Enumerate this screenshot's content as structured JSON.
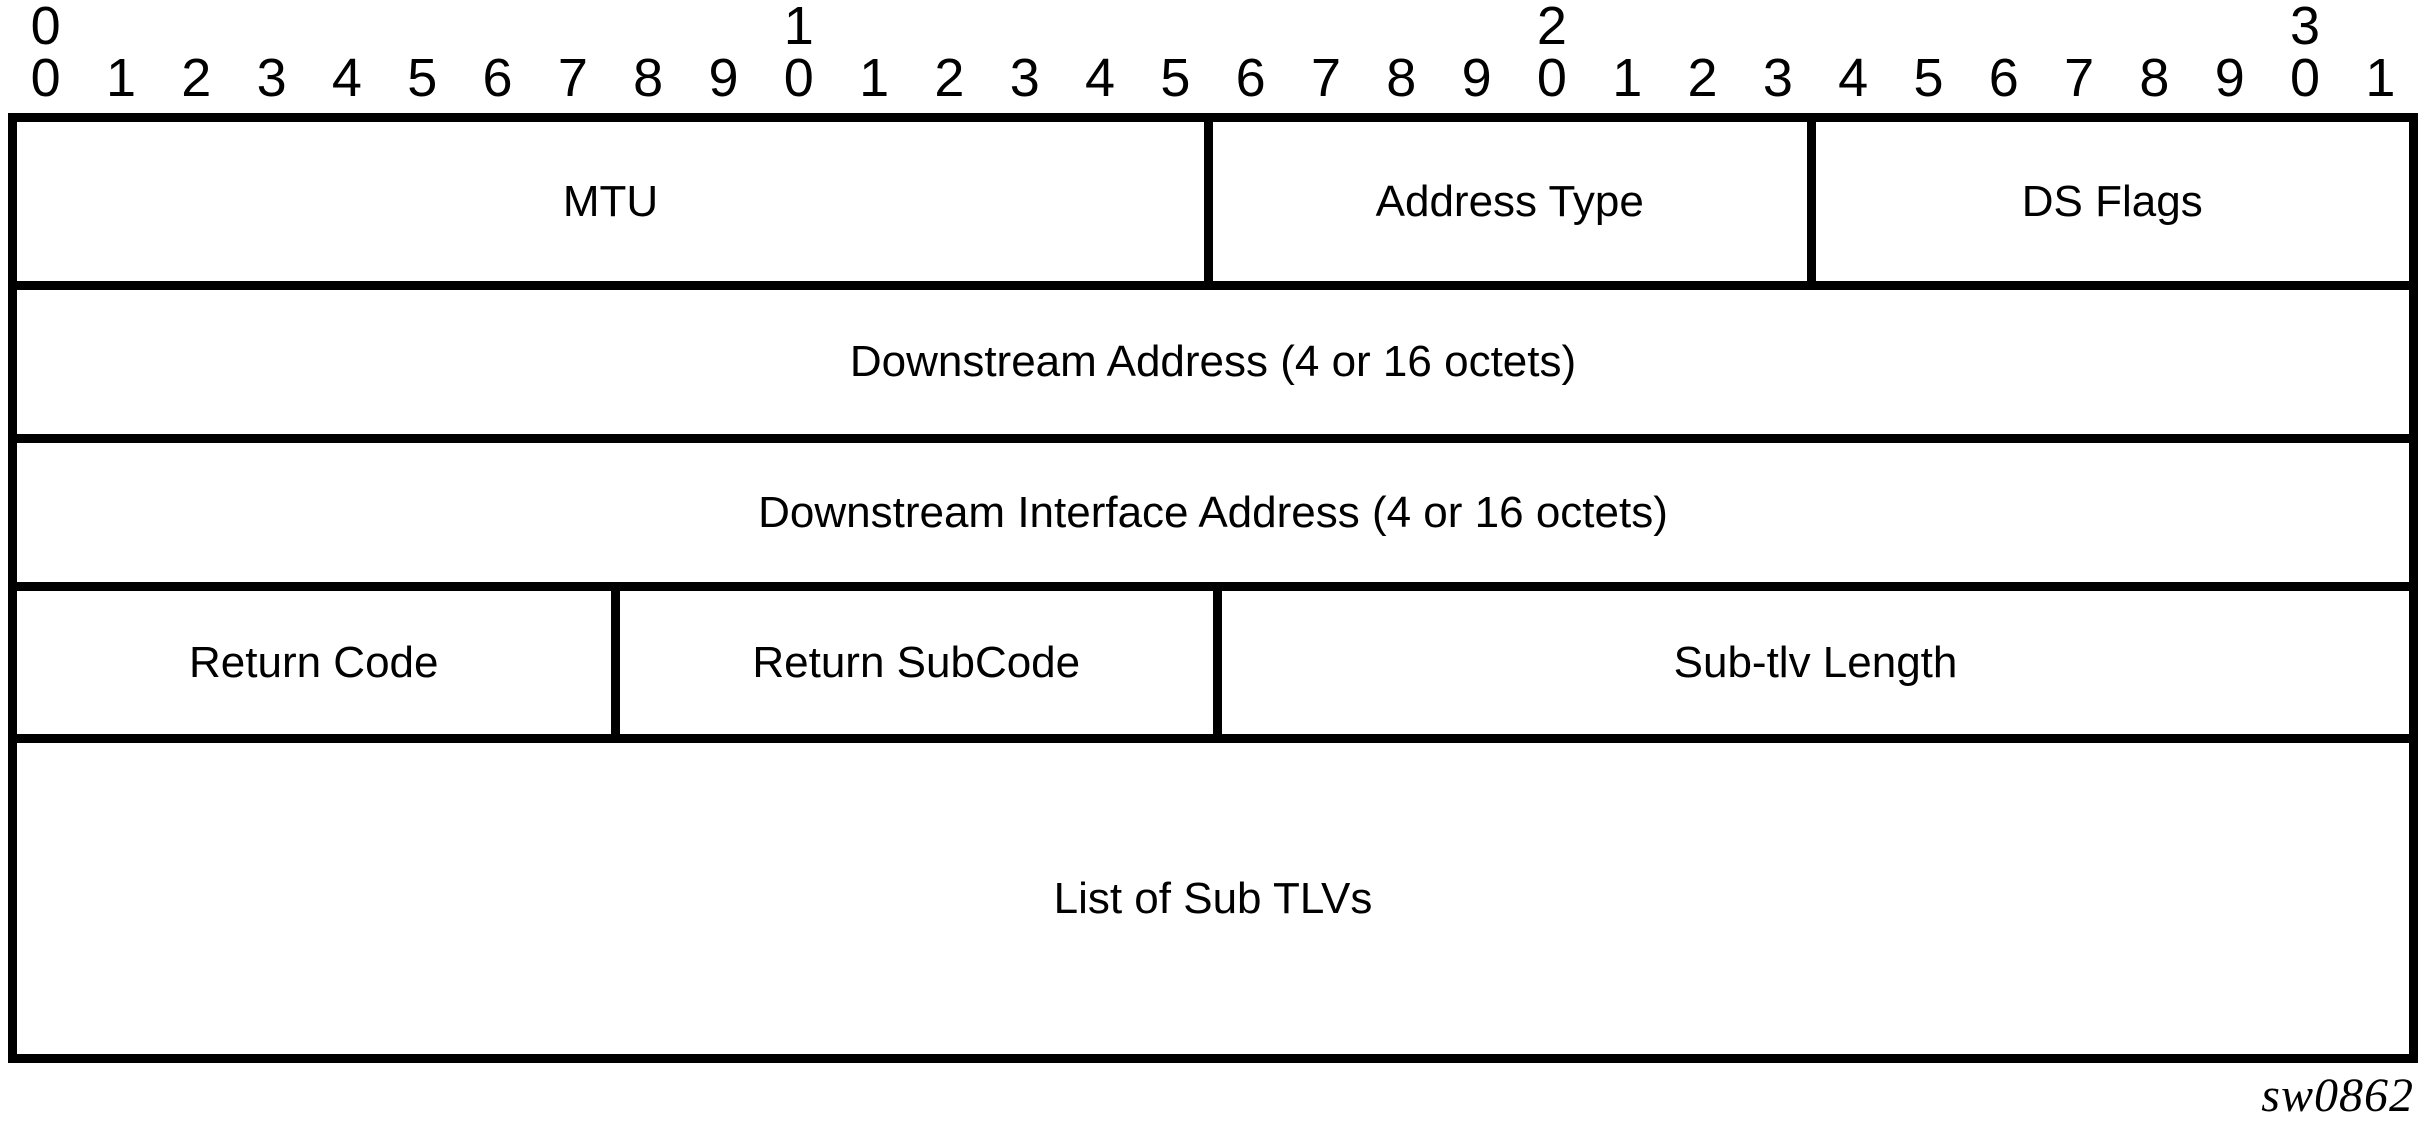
{
  "figure": {
    "kind": "packet-format-diagram",
    "watermark": "sw0862",
    "bit_width": 32
  },
  "ruler": {
    "decade_labels": [
      "0",
      "1",
      "2",
      "3"
    ],
    "decade_bit_positions": [
      0,
      10,
      20,
      30
    ],
    "unit_labels": [
      "0",
      "1",
      "2",
      "3",
      "4",
      "5",
      "6",
      "7",
      "8",
      "9",
      "0",
      "1",
      "2",
      "3",
      "4",
      "5",
      "6",
      "7",
      "8",
      "9",
      "0",
      "1",
      "2",
      "3",
      "4",
      "5",
      "6",
      "7",
      "8",
      "9",
      "0",
      "1"
    ]
  },
  "rows": [
    {
      "name": "row-1",
      "cells": [
        {
          "label": "MTU",
          "bits": 16
        },
        {
          "label": "Address Type",
          "bits": 8
        },
        {
          "label": "DS Flags",
          "bits": 8
        }
      ]
    },
    {
      "name": "row-2",
      "cells": [
        {
          "label": "Downstream Address (4 or 16 octets)",
          "bits": 32
        }
      ]
    },
    {
      "name": "row-3",
      "cells": [
        {
          "label": "Downstream Interface Address (4 or 16 octets)",
          "bits": 32
        }
      ]
    },
    {
      "name": "row-4",
      "cells": [
        {
          "label": "Return Code",
          "bits": 8
        },
        {
          "label": "Return SubCode",
          "bits": 8
        },
        {
          "label": "Sub-tlv Length",
          "bits": 16
        }
      ]
    },
    {
      "name": "row-5",
      "cells": [
        {
          "label": "List of Sub TLVs",
          "bits": 32
        }
      ]
    }
  ],
  "colors": {
    "line": "#000000",
    "background": "#ffffff",
    "text": "#000000"
  }
}
